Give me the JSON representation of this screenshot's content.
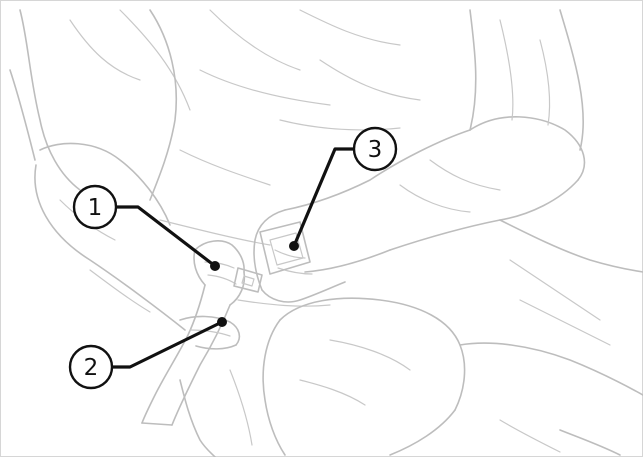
{
  "figure": {
    "callouts": [
      {
        "label": "1",
        "part": "belt-tongue"
      },
      {
        "label": "2",
        "part": "lap-belt"
      },
      {
        "label": "3",
        "part": "belt-buckle"
      }
    ],
    "colors": {
      "outline": "#bdbdbd",
      "callout": "#111111",
      "background": "#ffffff"
    }
  }
}
